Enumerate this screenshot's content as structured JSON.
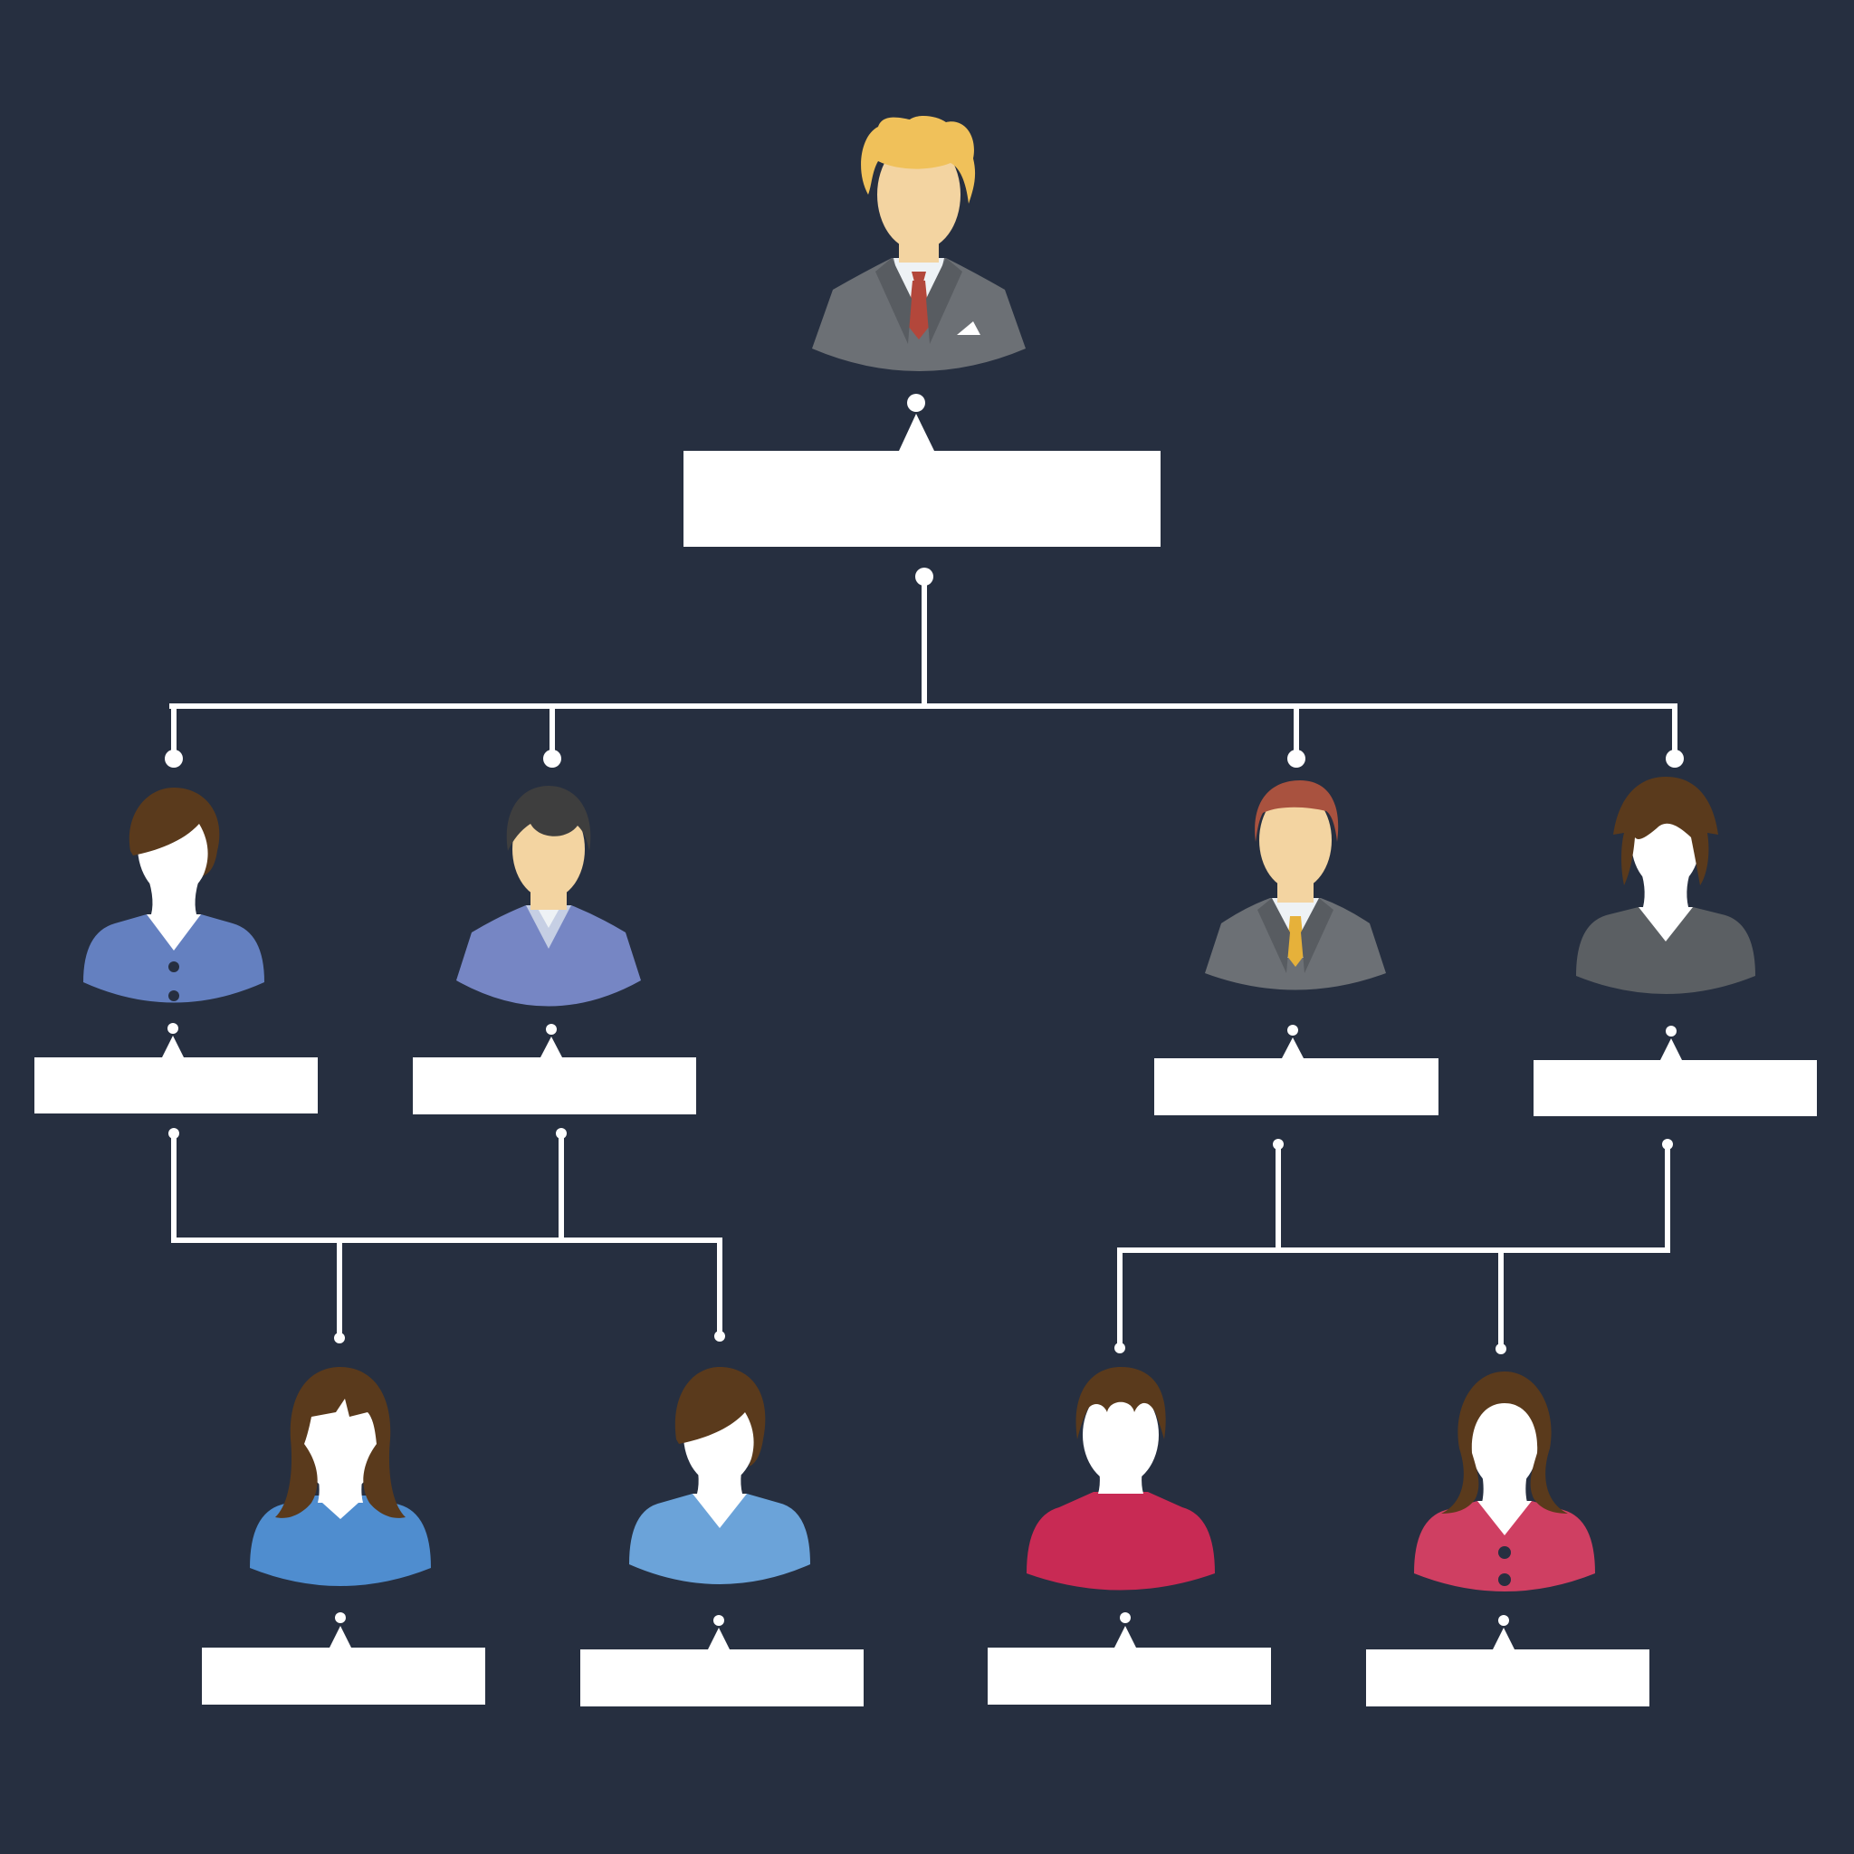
{
  "colors": {
    "background": "#262f40",
    "connector": "#ffffff",
    "label_box": "#ffffff",
    "skin": "#f3d4a1",
    "hair_brown": "#5a3a1c",
    "hair_blonde": "#f0c15a",
    "hair_red": "#a9523f",
    "hair_dark": "#3e3e3e",
    "suit_gray": "#6c7075",
    "shirt_dark_gray": "#5b5f63",
    "shirt_blue_slate": "#6480c0",
    "shirt_periwinkle": "#7686c4",
    "shirt_blue": "#4f8dcf",
    "shirt_light_blue": "#6ba3d9",
    "shirt_crimson": "#c82a54",
    "shirt_rose": "#cf3f62",
    "tie_red": "#b3473b",
    "tie_gold": "#e6b13a"
  },
  "people": [
    {
      "id": "ceo",
      "icon": "man-suit-blonde-icon",
      "level": 0,
      "name": "",
      "title": ""
    },
    {
      "id": "m1",
      "icon": "woman-blue-blouse-icon",
      "level": 1,
      "name": "",
      "title": ""
    },
    {
      "id": "m2",
      "icon": "man-sweater-icon",
      "level": 1,
      "name": "",
      "title": ""
    },
    {
      "id": "m3",
      "icon": "man-suit-redhair-icon",
      "level": 1,
      "name": "",
      "title": ""
    },
    {
      "id": "m4",
      "icon": "woman-gray-top-icon",
      "level": 1,
      "name": "",
      "title": ""
    },
    {
      "id": "e1",
      "icon": "woman-longhair-blue-icon",
      "level": 2,
      "name": "",
      "title": ""
    },
    {
      "id": "e2",
      "icon": "woman-lightblue-icon",
      "level": 2,
      "name": "",
      "title": ""
    },
    {
      "id": "e3",
      "icon": "man-crimson-icon",
      "level": 2,
      "name": "",
      "title": ""
    },
    {
      "id": "e4",
      "icon": "woman-rose-blouse-icon",
      "level": 2,
      "name": "",
      "title": ""
    }
  ]
}
